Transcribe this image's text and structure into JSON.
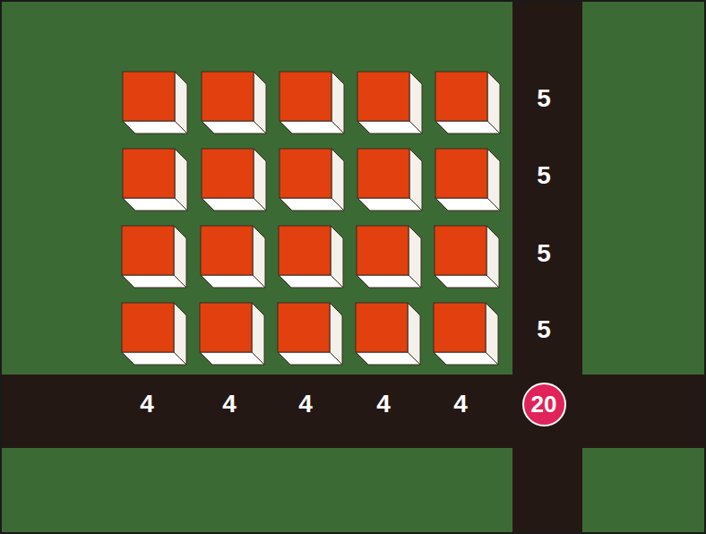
{
  "diagram": {
    "nodes": [
      {
        "text": [
          "20"
        ]
      }
    ],
    "labels": [
      "5",
      "5",
      "5",
      "5",
      "4",
      "4",
      "4",
      "4",
      "4"
    ]
  }
}
